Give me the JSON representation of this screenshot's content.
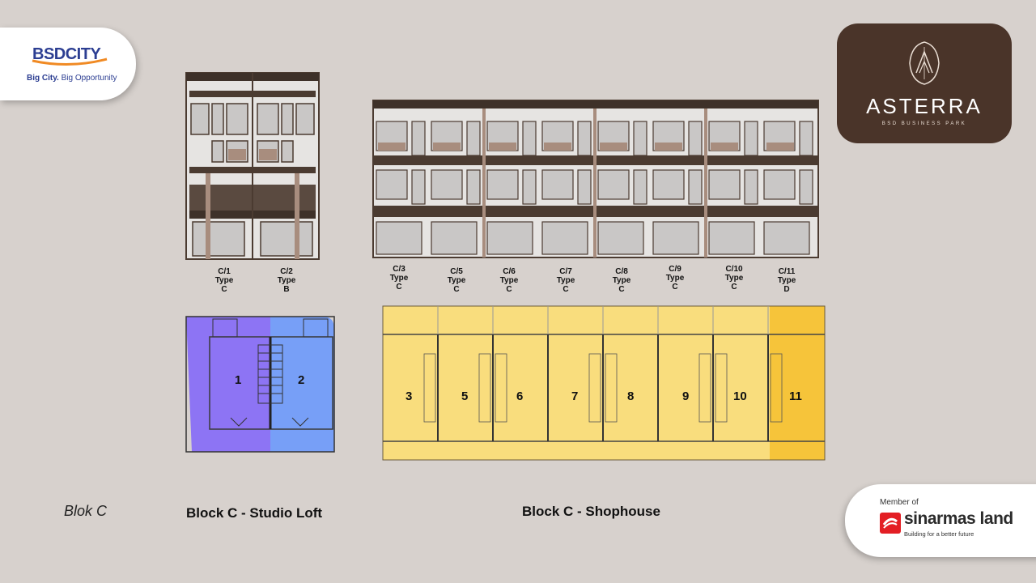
{
  "header": {
    "bsd_logo": "BSDCITY",
    "bsd_tagline_a": "Big City.",
    "bsd_tagline_b": " Big Opportunity",
    "asterra_name": "ASTERRA",
    "asterra_sub": "BSD BUSINESS PARK"
  },
  "footer": {
    "member_of": "Member of",
    "sinarmas_name": "sinarmas land",
    "sinarmas_tag": "Building for a better future",
    "blok_label": "Blok C",
    "studio_caption": "Block C - Studio Loft",
    "shophouse_caption": "Block C - Shophouse"
  },
  "studio_units": [
    {
      "code": "C/1",
      "type": "Type",
      "variant": "C"
    },
    {
      "code": "C/2",
      "type": "Type",
      "variant": "B"
    }
  ],
  "shophouse_units": [
    {
      "code": "C/3",
      "type": "Type",
      "variant": "C"
    },
    {
      "code": "C/5",
      "type": "Type",
      "variant": "C"
    },
    {
      "code": "C/6",
      "type": "Type",
      "variant": "C"
    },
    {
      "code": "C/7",
      "type": "Type",
      "variant": "C"
    },
    {
      "code": "C/8",
      "type": "Type",
      "variant": "C"
    },
    {
      "code": "C/9",
      "type": "Type",
      "variant": "C"
    },
    {
      "code": "C/10",
      "type": "Type",
      "variant": "C"
    },
    {
      "code": "C/11",
      "type": "Type",
      "variant": "D"
    }
  ],
  "studio_plan_numbers": [
    "1",
    "2"
  ],
  "shophouse_plan_numbers": [
    "3",
    "5",
    "6",
    "7",
    "8",
    "9",
    "10",
    "11"
  ],
  "colors": {
    "background": "#d7d1cd",
    "studio_unit_1": "#8d74f4",
    "studio_unit_2": "#779ff7",
    "shophouse": "#f9dd7d",
    "shophouse_end": "#f6c43a",
    "facade_frame": "#4b3b31",
    "asterra_brown": "#4a3429"
  }
}
